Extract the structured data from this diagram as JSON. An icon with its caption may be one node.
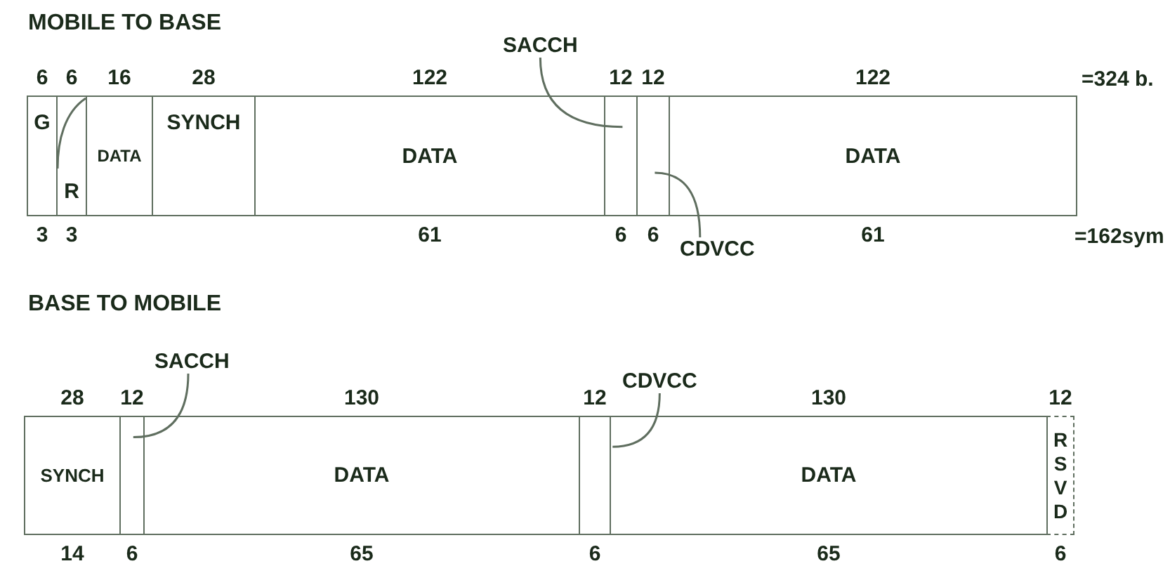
{
  "diagram": {
    "nodes": [
      {
        "text": [
          "G"
        ],
        "beside": [
          "6",
          "3"
        ]
      },
      {
        "text": [
          "R"
        ],
        "beside": [
          "6",
          "3"
        ]
      },
      {
        "text": [
          "DATA"
        ],
        "beside": [
          "16"
        ]
      },
      {
        "text": [
          "SYNCH"
        ],
        "beside": [
          "28"
        ]
      },
      {
        "text": [
          "DATA"
        ],
        "beside": [
          "122",
          "61"
        ]
      },
      {
        "text": [
          "SACCH"
        ]
      },
      {
        "text": [],
        "shape": "box",
        "beside": [
          "12",
          "6"
        ]
      },
      {
        "text": [],
        "shape": "box",
        "beside": [
          "12",
          "6"
        ]
      },
      {
        "text": [
          "CDVCC"
        ]
      },
      {
        "text": [
          "DATA"
        ],
        "beside": [
          "122",
          "61"
        ]
      },
      {
        "text": [
          "SYNCH"
        ],
        "beside": [
          "28",
          "14"
        ]
      },
      {
        "text": [
          "SACCH"
        ]
      },
      {
        "text": [],
        "shape": "box",
        "beside": [
          "12",
          "6"
        ]
      },
      {
        "text": [
          "DATA"
        ],
        "beside": [
          "130",
          "65"
        ]
      },
      {
        "text": [
          "CDVCC"
        ]
      },
      {
        "text": [],
        "shape": "box",
        "beside": [
          "12",
          "6"
        ]
      },
      {
        "text": [
          "DATA"
        ],
        "beside": [
          "130",
          "65"
        ]
      },
      {
        "text": [
          "RSVD"
        ],
        "beside": [
          "12",
          "6"
        ]
      }
    ],
    "edges": [
      {
        "from": 5,
        "to": 6,
        "arrow": "none"
      },
      {
        "from": 8,
        "to": 7,
        "arrow": "none"
      },
      {
        "from": 11,
        "to": 12,
        "arrow": "none"
      },
      {
        "from": 14,
        "to": 15,
        "arrow": "none"
      }
    ],
    "labels": [
      "MOBILE TO BASE",
      "=324 b.",
      "=162sym",
      "BASE TO MOBILE"
    ]
  }
}
